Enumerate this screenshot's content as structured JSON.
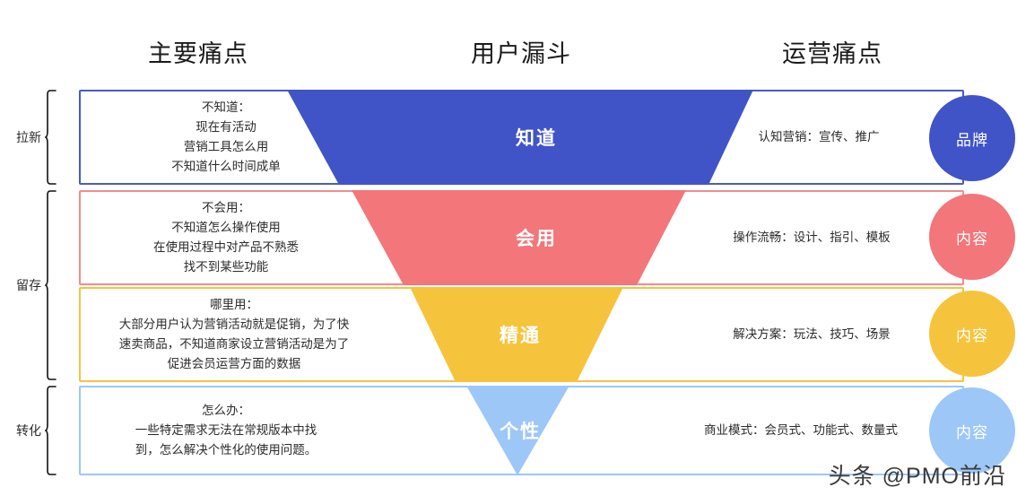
{
  "headers": {
    "pain_points": "主要痛点",
    "funnel": "用户漏斗",
    "ops_points": "运营痛点"
  },
  "stages": [
    {
      "label": "拉新"
    },
    {
      "label": "留存"
    },
    {
      "label": "转化"
    }
  ],
  "rows": [
    {
      "pain_text": "不知道：\n现在有活动\n营销工具怎么用\n不知道什么时间成单",
      "funnel_label": "知道",
      "ops_text": "认知营销：宣传、推广",
      "circle_label": "品牌",
      "color": "#4054c8",
      "border_color": "#4a5bc4"
    },
    {
      "pain_text": "不会用：\n不知道怎么操作使用\n在使用过程中对产品不熟悉\n找不到某些功能",
      "funnel_label": "会用",
      "ops_text": "操作流畅：设计、指引、模板",
      "circle_label": "内容",
      "color": "#f2767a",
      "border_color": "#f28b90"
    },
    {
      "pain_text": "哪里用：\n大部分用户认为营销活动就是促销，为了快\n速卖商品，不知道商家设立营销活动是为了\n促进会员运营方面的数据",
      "funnel_label": "精通",
      "ops_text": "解决方案：玩法、技巧、场景",
      "circle_label": "内容",
      "color": "#f6c43c",
      "border_color": "#f5c344"
    },
    {
      "pain_text": "怎么办：\n一些特定需求无法在常规版本中找\n到，怎么解决个性化的使用问题。",
      "funnel_label": "个性",
      "ops_text": "商业模式：会员式、功能式、数量式",
      "circle_label": "内容",
      "color": "#9dc7f7",
      "border_color": "#9dc7f7"
    }
  ],
  "watermark": "头条 @PMO前沿"
}
